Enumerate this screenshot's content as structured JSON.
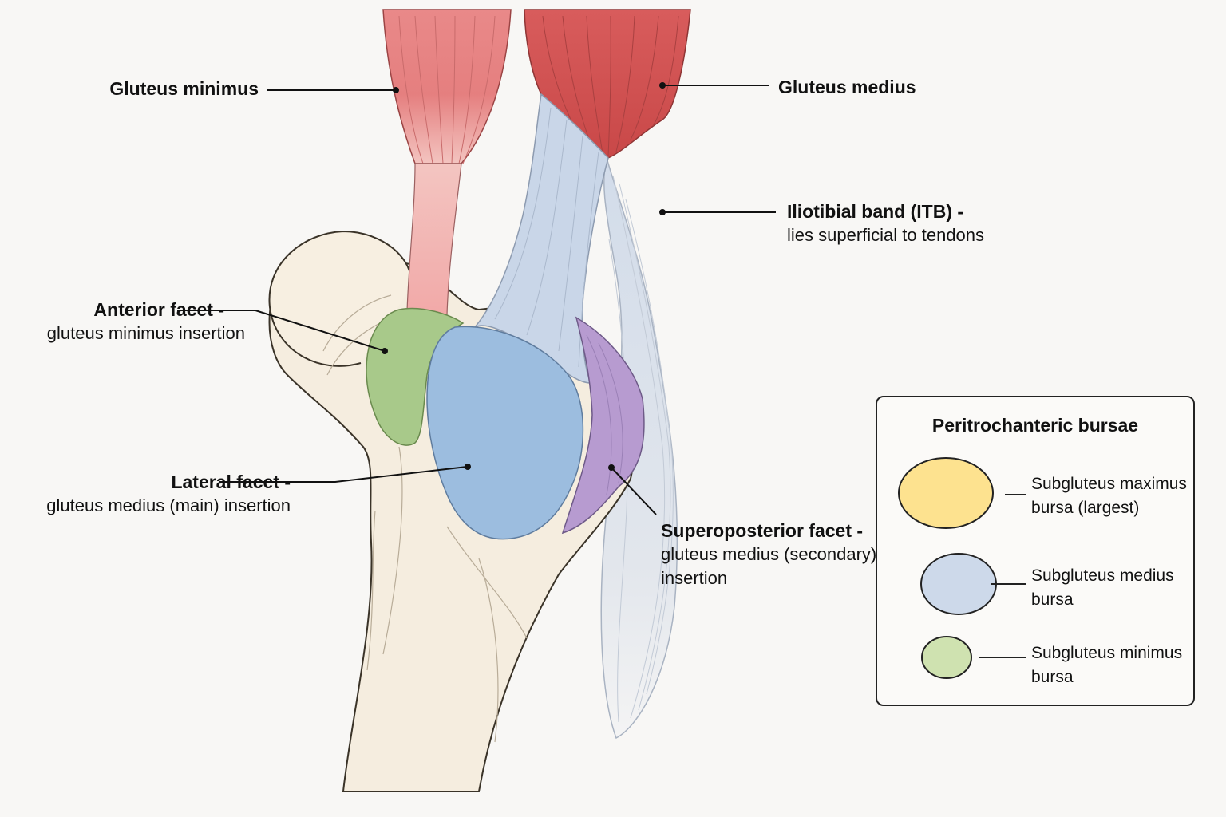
{
  "labels": {
    "gluteus_minimus": {
      "title": "Gluteus minimus"
    },
    "gluteus_medius": {
      "title": "Gluteus medius"
    },
    "itb": {
      "title": "Iliotibial band (ITB) -",
      "sub": "lies superficial to tendons"
    },
    "anterior_facet": {
      "title": "Anterior facet -",
      "sub": "gluteus minimus insertion"
    },
    "lateral_facet": {
      "title": "Lateral facet -",
      "sub": "gluteus medius (main) insertion"
    },
    "superoposterior_facet": {
      "title": "Superoposterior facet -",
      "sub1": "gluteus medius (secondary)",
      "sub2": "insertion"
    }
  },
  "legend": {
    "title": "Peritrochanteric bursae",
    "items": [
      {
        "line1": "Subgluteus maximus",
        "line2": "bursa (largest)",
        "color": "#fde28f"
      },
      {
        "line1": "Subgluteus medius",
        "line2": "bursa",
        "color": "#cdd9ea"
      },
      {
        "line1": "Subgluteus minimus",
        "line2": "bursa",
        "color": "#cfe2b0"
      }
    ]
  },
  "colors": {
    "bone": "#f5eddf",
    "muscle_minimus": "#e88a8a",
    "muscle_medius": "#d35a5a",
    "tendon": "#c8d6e8",
    "anterior_facet": "#a8c98a",
    "lateral_facet": "#9cbddf",
    "superoposterior_facet": "#b79bd0"
  }
}
